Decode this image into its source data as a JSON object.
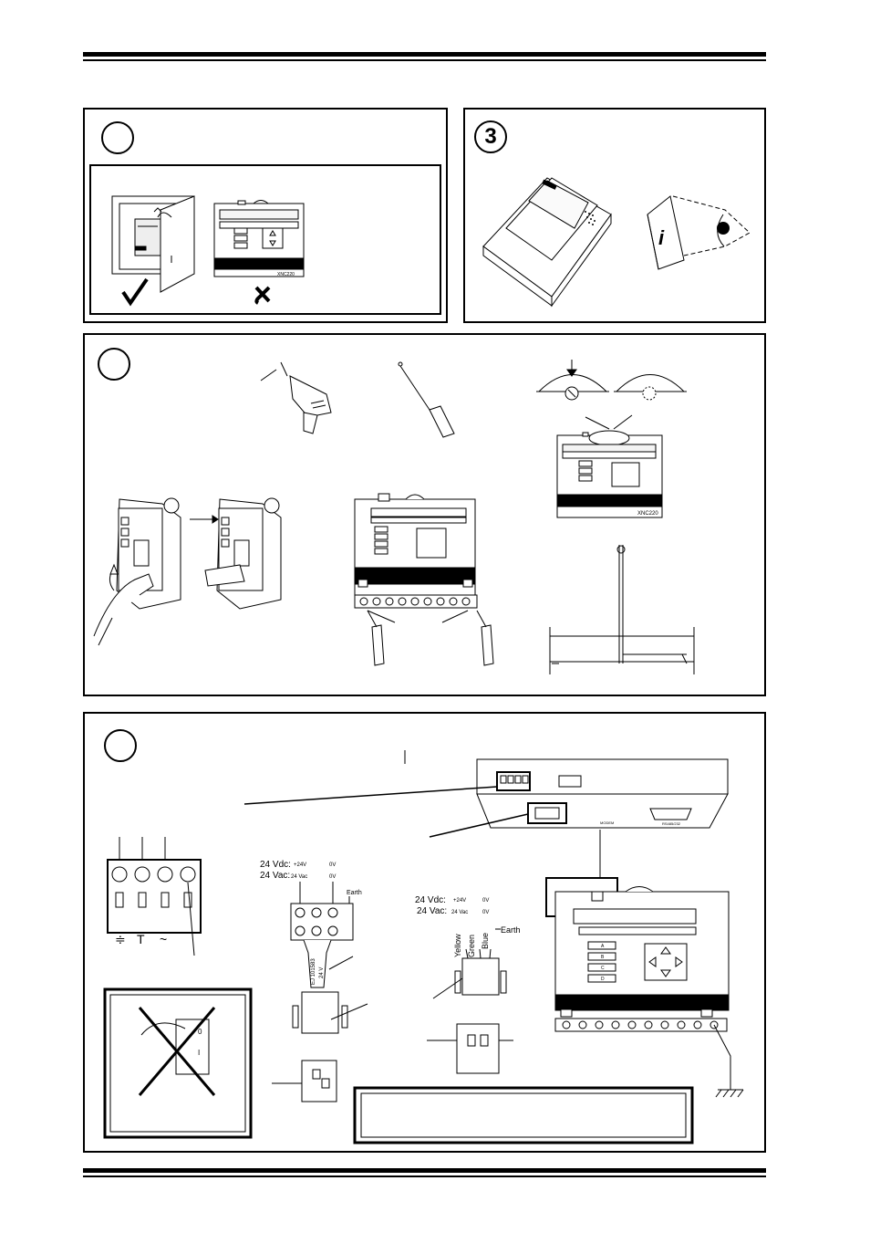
{
  "step3_number": "3",
  "model": "XNC220",
  "power": {
    "vdc_label": "24 Vdc:",
    "vac_label": "24 Vac:",
    "plus24v": "+24V",
    "vac24": "24 Vac",
    "zero_v": "0V",
    "earth": "Earth",
    "wire_colors": [
      "Yellow",
      "Green",
      "Blue"
    ],
    "cable_code": "EJ 101583",
    "cable_voltage": "24 V",
    "terminal_symbols": [
      "≑",
      "T",
      "~"
    ]
  },
  "ports": {
    "modem": "MODEM",
    "rs232": "RS485/232"
  },
  "buttons": [
    "A",
    "B",
    "C",
    "D"
  ],
  "switch_marks": [
    "0",
    "I"
  ]
}
